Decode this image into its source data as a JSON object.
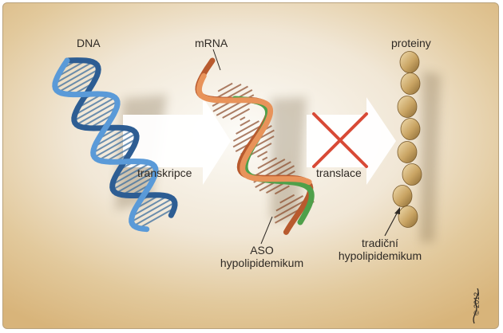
{
  "labels": {
    "dna": "DNA",
    "mrna": "mRNA",
    "proteins": "proteiny",
    "transcription": "transkripce",
    "translation": "translace",
    "aso_line1": "ASO",
    "aso_line2": "hypolipidemikum",
    "traditional_line1": "tradiční",
    "traditional_line2": "hypolipidemikum"
  },
  "credit": "© 2012",
  "colors": {
    "dna_strand": "#4f8fd0",
    "mrna_strand": "#b85a2e",
    "aso_strand": "#4fa04a",
    "protein_bead": "#c9a463",
    "block_cross": "#d84a36",
    "arrow": "#ffffff"
  },
  "icons": [
    "dna-helix-icon",
    "mrna-aso-helix-icon",
    "protein-chain-icon",
    "block-cross-icon",
    "pointer-arrow-icon"
  ]
}
